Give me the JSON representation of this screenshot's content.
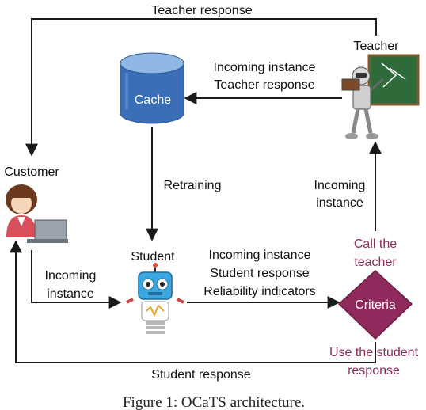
{
  "nodes": {
    "cache": "Cache",
    "teacher": "Teacher",
    "customer": "Customer",
    "student": "Student",
    "criteria": "Criteria"
  },
  "edges": {
    "teacher_to_customer": "Teacher response",
    "teacher_to_cache": [
      "Incoming instance",
      "Teacher response"
    ],
    "cache_to_student": "Retraining",
    "criteria_to_teacher": [
      "Incoming",
      "instance"
    ],
    "customer_to_student": [
      "Incoming",
      "instance"
    ],
    "student_to_criteria": [
      "Incoming instance",
      "Student response",
      "Reliability indicators"
    ],
    "student_to_customer": "Student response"
  },
  "decisions": {
    "call_teacher": [
      "Call the",
      "teacher"
    ],
    "use_student": [
      "Use the student",
      "response"
    ]
  },
  "caption": "Figure 1: OCaTS architecture.",
  "colors": {
    "line": "#1a1a1a",
    "cache_top": "#8fb7e6",
    "cache_body": "#3a6fb8",
    "criteria_fill": "#8e2a5c",
    "decision_text": "#8e2a5c",
    "board": "#2f6b3a",
    "student_robot": "#3aa7e0"
  },
  "icons": [
    "cache-cylinder-icon",
    "teacher-robot-icon",
    "customer-laptop-icon",
    "student-robot-icon",
    "criteria-diamond-icon"
  ]
}
